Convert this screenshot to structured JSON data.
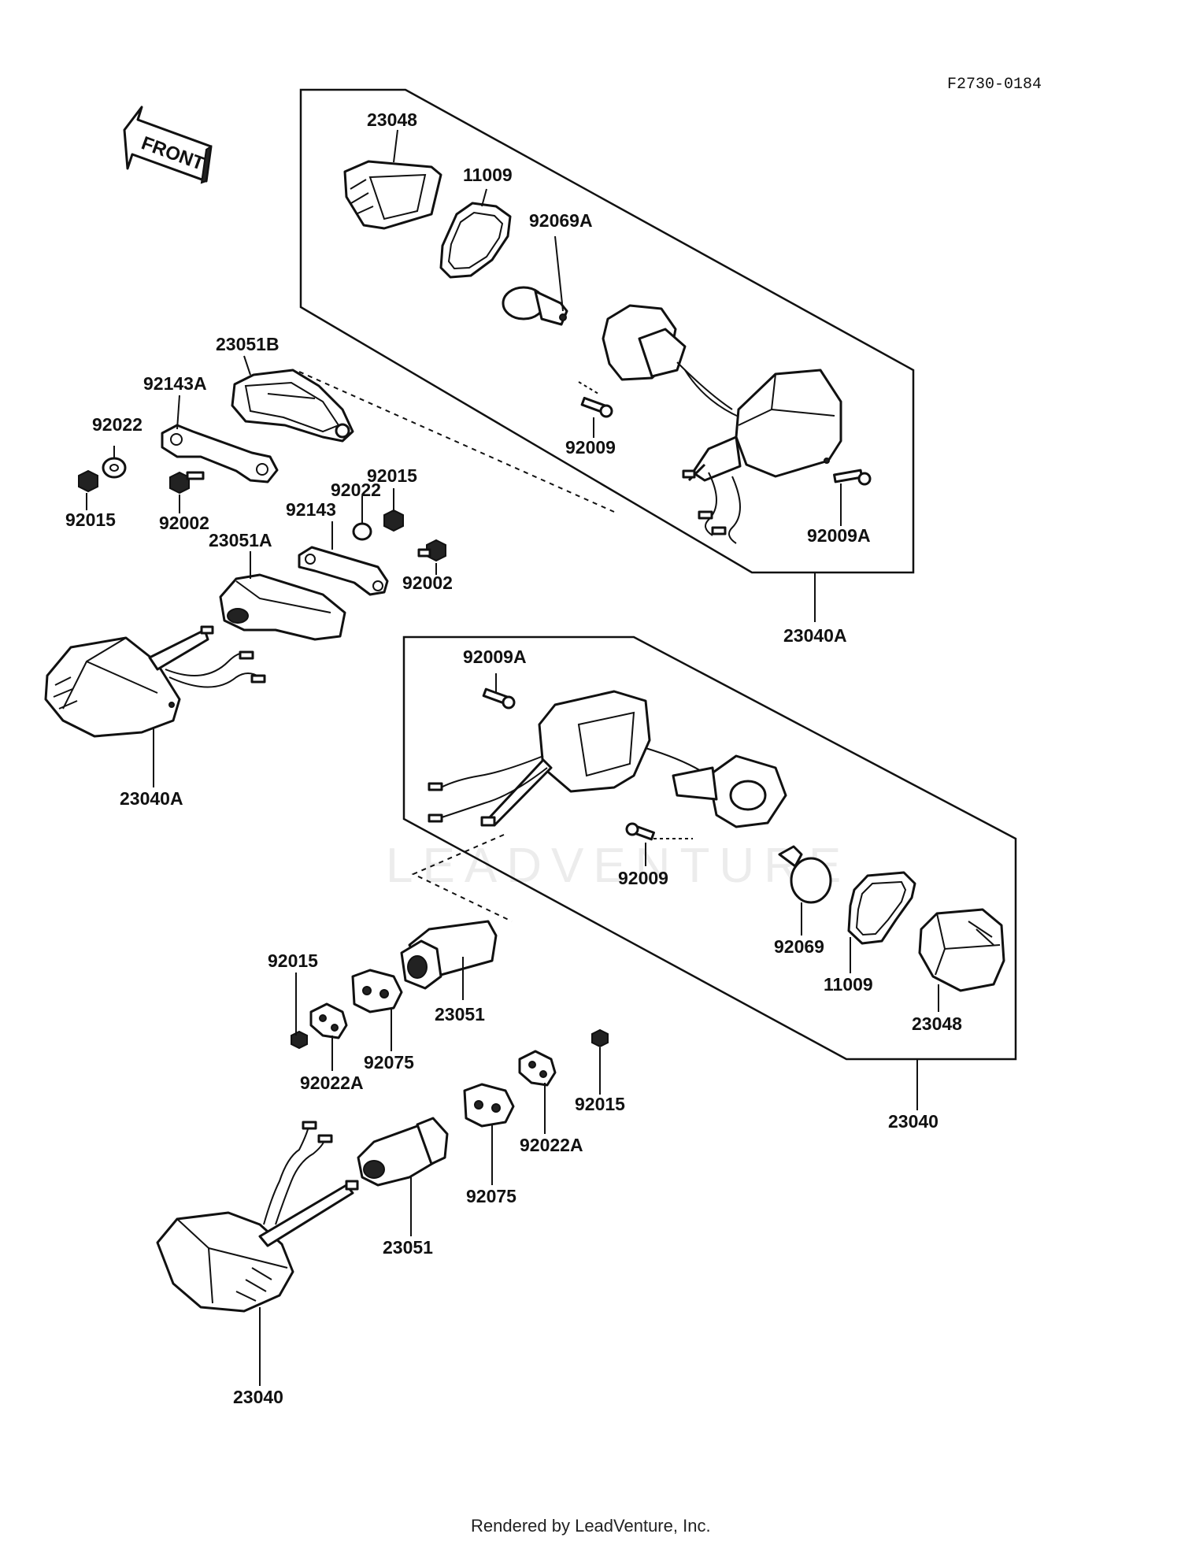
{
  "diagram": {
    "code": "F2730-0184",
    "front_arrow": "FRONT",
    "watermark": "LEADVENTURE",
    "footer": "Rendered by LeadVenture, Inc.",
    "labels": {
      "l23048a": "23048",
      "l11009a": "11009",
      "l92069a": "92069A",
      "l23051b": "23051B",
      "l92143a": "92143A",
      "l92022a": "92022",
      "l92015a": "92015",
      "l92002a": "92002",
      "l92009a": "92009",
      "l92009aa": "92009A",
      "l92015b": "92015",
      "l92022b": "92022",
      "l92143": "92143",
      "l23051a": "23051A",
      "l92002b": "92002",
      "l23040a1": "23040A",
      "l23040a2": "23040A",
      "l92009ab": "92009A",
      "l92009b": "92009",
      "l92069": "92069",
      "l11009b": "11009",
      "l23048b": "23048",
      "l23040a": "23040",
      "l92015c": "92015",
      "l92075a": "92075",
      "l23051c": "23051",
      "l92022aa": "92022A",
      "l92015d": "92015",
      "l92022ab": "92022A",
      "l92075b": "92075",
      "l23051d": "23051",
      "l23040b": "23040"
    }
  }
}
